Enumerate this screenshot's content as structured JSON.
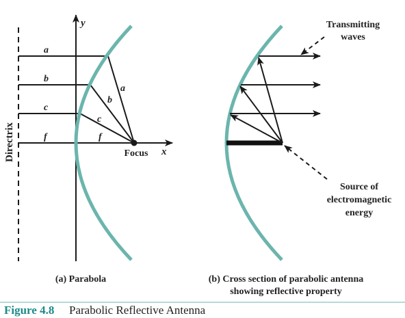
{
  "panel_a": {
    "y_axis_label": "y",
    "x_axis_label": "x",
    "directrix_label": "Directrix",
    "focus_label": "Focus",
    "line_labels": {
      "a_left": "a",
      "b_left": "b",
      "c_left": "c",
      "f_left": "f",
      "a_right": "a",
      "b_right": "b",
      "c_right": "c",
      "f_right": "f"
    },
    "caption": "(a) Parabola"
  },
  "panel_b": {
    "transmitting_label_1": "Transmitting",
    "transmitting_label_2": "waves",
    "source_label_1": "Source of",
    "source_label_2": "electromagnetic",
    "source_label_3": "energy",
    "caption_1": "(b) Cross section of parabolic antenna",
    "caption_2": "showing reflective property"
  },
  "figure": {
    "number": "Figure 4.8",
    "title": "Parabolic Reflective Antenna"
  },
  "colors": {
    "parabola": "#6bb5ad",
    "lines": "#1a1a1a",
    "caption_accent": "#1e8a8a"
  }
}
